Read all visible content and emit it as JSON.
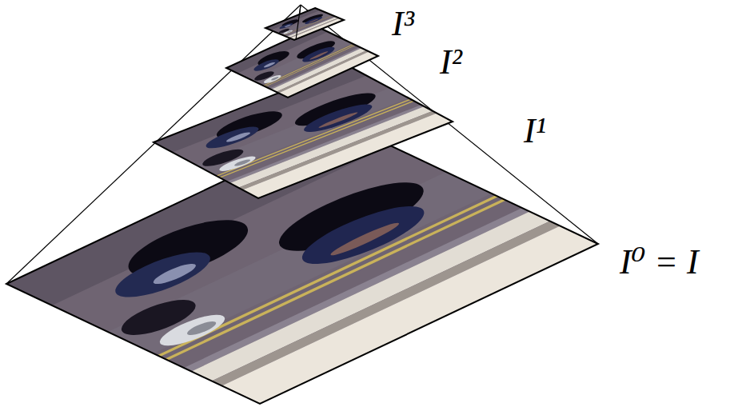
{
  "diagram": {
    "labels": [
      "I³",
      "I²",
      "I¹",
      "I⁰ = I"
    ]
  }
}
